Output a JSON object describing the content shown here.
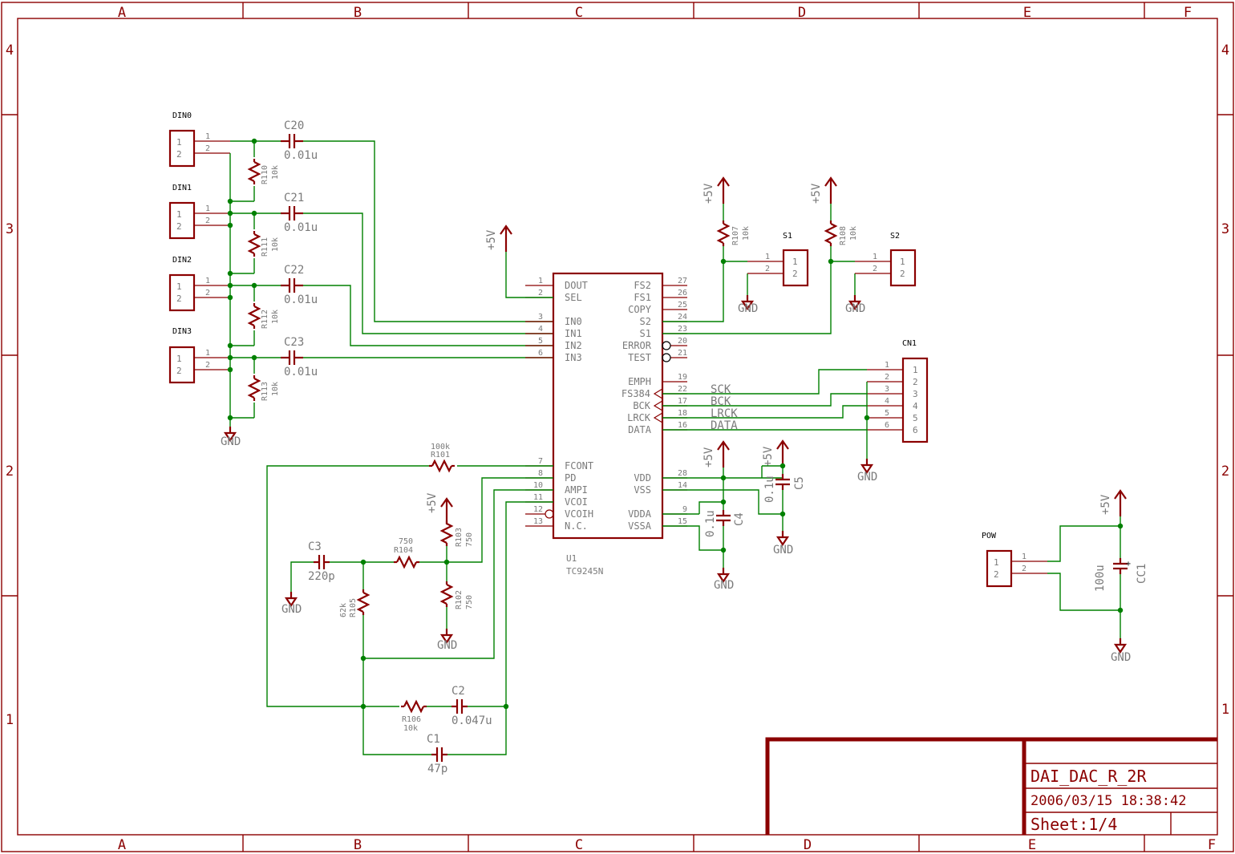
{
  "border": {
    "cols": [
      "A",
      "B",
      "C",
      "D",
      "E",
      "F"
    ],
    "rows": [
      "4",
      "3",
      "2",
      "1"
    ]
  },
  "title_block": {
    "name": "DAI_DAC_R_2R",
    "date": "2006/03/15 18:38:42",
    "sheet": "Sheet:1/4"
  },
  "connectors": {
    "din0": "DIN0",
    "din1": "DIN1",
    "din2": "DIN2",
    "din3": "DIN3",
    "s1": "S1",
    "s2": "S2",
    "cn1": "CN1",
    "pow": "POW",
    "pin1": "1",
    "pin2": "2",
    "pin3": "3",
    "pin4": "4",
    "pin5": "5",
    "pin6": "6"
  },
  "resistors": {
    "r110": "R110",
    "r111": "R111",
    "r112": "R112",
    "r113": "R113",
    "r107": "R107",
    "r108": "R108",
    "r101": "R101",
    "r101_val": "100k",
    "r103": "R103",
    "r102": "R102",
    "r104": "R104",
    "r104_val": "750",
    "r105": "R105",
    "r105_val": "62k",
    "r106": "R106",
    "v10k": "10k",
    "v750": "750"
  },
  "capacitors": {
    "c20": "C20",
    "c21": "C21",
    "c22": "C22",
    "c23": "C23",
    "vin": "0.01u",
    "c3": "C3",
    "c3_val": "220p",
    "c2": "C2",
    "c2_val": "0.047u",
    "c1": "C1",
    "c1_val": "47p",
    "c4": "C4",
    "c5": "C5",
    "v01": "0.1u",
    "cc1": "CC1",
    "cc1_val": "100u",
    "plus": "+"
  },
  "power": {
    "p5v": "+5V",
    "gnd": "GND"
  },
  "ic": {
    "name": "U1",
    "part": "TC9245N",
    "left_pins": [
      {
        "num": "1",
        "name": "DOUT"
      },
      {
        "num": "2",
        "name": "SEL"
      },
      {
        "num": "3",
        "name": "IN0"
      },
      {
        "num": "4",
        "name": "IN1"
      },
      {
        "num": "5",
        "name": "IN2"
      },
      {
        "num": "6",
        "name": "IN3"
      },
      {
        "num": "7",
        "name": "FCONT"
      },
      {
        "num": "8",
        "name": "PD"
      },
      {
        "num": "10",
        "name": "AMPI"
      },
      {
        "num": "11",
        "name": "VCOI"
      },
      {
        "num": "12",
        "name": "VCOIH"
      },
      {
        "num": "13",
        "name": "N.C."
      }
    ],
    "right_pins": [
      {
        "num": "27",
        "name": "FS2"
      },
      {
        "num": "26",
        "name": "FS1"
      },
      {
        "num": "25",
        "name": "COPY"
      },
      {
        "num": "24",
        "name": "S2"
      },
      {
        "num": "23",
        "name": "S1"
      },
      {
        "num": "20",
        "name": "ERROR"
      },
      {
        "num": "21",
        "name": "TEST"
      },
      {
        "num": "19",
        "name": "EMPH"
      },
      {
        "num": "22",
        "name": "FS384"
      },
      {
        "num": "17",
        "name": "BCK"
      },
      {
        "num": "18",
        "name": "LRCK"
      },
      {
        "num": "16",
        "name": "DATA"
      },
      {
        "num": "28",
        "name": "VDD"
      },
      {
        "num": "14",
        "name": "VSS"
      },
      {
        "num": "9",
        "name": "VDDA"
      },
      {
        "num": "15",
        "name": "VSSA"
      }
    ]
  },
  "nets": {
    "sck": "SCK",
    "bck": "BCK",
    "lrck": "LRCK",
    "data": "DATA"
  }
}
